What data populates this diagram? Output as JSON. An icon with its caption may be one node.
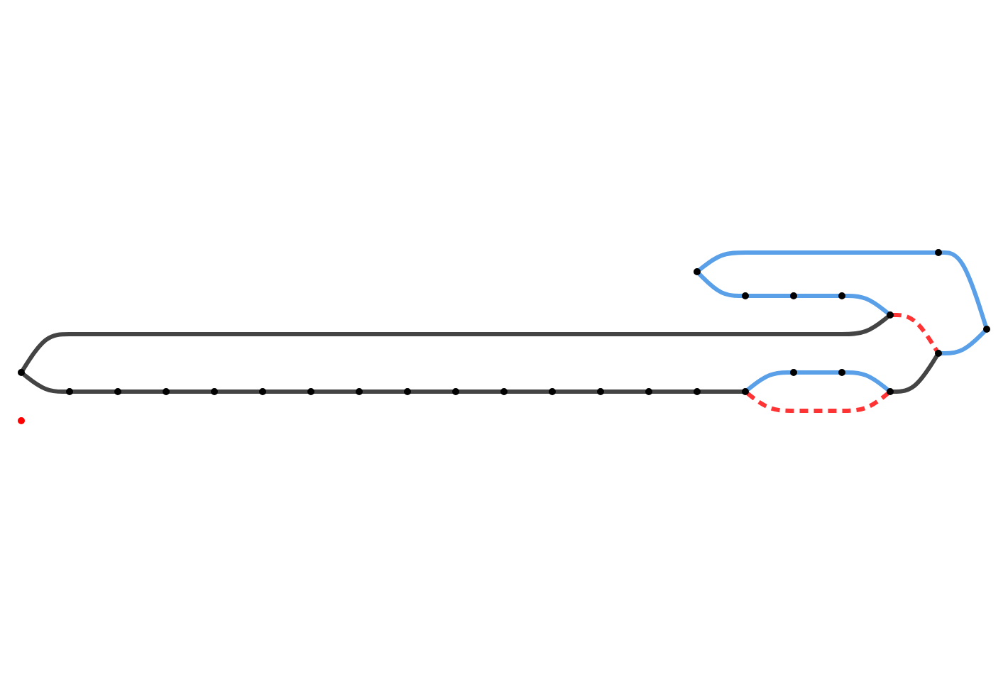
{
  "diagram": {
    "nodes": [
      {
        "text": [],
        "shape": "circle"
      },
      {
        "text": [],
        "shape": "circle"
      },
      {
        "text": [],
        "shape": "circle"
      },
      {
        "text": [],
        "shape": "circle"
      },
      {
        "text": [],
        "shape": "circle"
      },
      {
        "text": [],
        "shape": "circle"
      },
      {
        "text": [],
        "shape": "circle"
      },
      {
        "text": [],
        "shape": "circle"
      },
      {
        "text": [],
        "shape": "circle"
      },
      {
        "text": [],
        "shape": "circle"
      },
      {
        "text": [],
        "shape": "circle"
      },
      {
        "text": [],
        "shape": "circle"
      },
      {
        "text": [],
        "shape": "circle"
      },
      {
        "text": [],
        "shape": "circle"
      },
      {
        "text": [],
        "shape": "circle"
      },
      {
        "text": [],
        "shape": "circle"
      },
      {
        "text": [],
        "shape": "circle"
      },
      {
        "text": [],
        "shape": "circle"
      },
      {
        "text": [],
        "shape": "circle"
      },
      {
        "text": [],
        "shape": "circle"
      },
      {
        "text": [],
        "shape": "circle"
      },
      {
        "text": [],
        "shape": "circle"
      },
      {
        "text": [],
        "shape": "circle"
      },
      {
        "text": [],
        "shape": "circle"
      },
      {
        "text": [],
        "shape": "circle"
      },
      {
        "text": [],
        "shape": "circle"
      },
      {
        "text": [],
        "shape": "circle"
      },
      {
        "text": [],
        "shape": "circle"
      }
    ],
    "edges": [
      {
        "from": 0,
        "to": 6,
        "arrow": "none",
        "color": "#5aa0e8"
      },
      {
        "from": 0,
        "to": 7,
        "arrow": "none",
        "color": "#5aa0e8"
      },
      {
        "from": 7,
        "to": 14,
        "arrow": "none",
        "color": "#5aa0e8"
      },
      {
        "from": 14,
        "to": 21,
        "arrow": "none",
        "color": "#5aa0e8"
      },
      {
        "from": 21,
        "to": 22,
        "arrow": "none",
        "color": "#5aa0e8"
      },
      {
        "from": 1,
        "to": 22,
        "arrow": "none"
      },
      {
        "from": 1,
        "to": 2,
        "arrow": "none"
      },
      {
        "from": 2,
        "to": 9,
        "arrow": "none"
      },
      {
        "from": 9,
        "to": 8,
        "arrow": "none"
      },
      {
        "from": 8,
        "to": 15,
        "arrow": "none"
      },
      {
        "from": 15,
        "to": 16,
        "arrow": "none"
      },
      {
        "from": 16,
        "to": 23,
        "arrow": "none"
      },
      {
        "from": 23,
        "to": 24,
        "arrow": "none"
      },
      {
        "from": 24,
        "to": 25,
        "arrow": "none"
      },
      {
        "from": 25,
        "to": 18,
        "arrow": "none"
      },
      {
        "from": 18,
        "to": 17,
        "arrow": "none"
      },
      {
        "from": 17,
        "to": 10,
        "arrow": "none"
      },
      {
        "from": 10,
        "to": 11,
        "arrow": "none"
      },
      {
        "from": 11,
        "to": 4,
        "arrow": "none"
      },
      {
        "from": 4,
        "to": 5,
        "arrow": "none"
      },
      {
        "from": 5,
        "to": 12,
        "arrow": "none"
      },
      {
        "from": 12,
        "to": 13,
        "arrow": "none",
        "color": "#5aa0e8"
      },
      {
        "from": 13,
        "to": 20,
        "arrow": "none",
        "color": "#5aa0e8"
      },
      {
        "from": 20,
        "to": 19,
        "arrow": "none",
        "color": "#5aa0e8"
      },
      {
        "from": 12,
        "to": 19,
        "arrow": "none",
        "style": "dashed",
        "color": "#ff3333"
      },
      {
        "from": 19,
        "to": 26,
        "arrow": "none"
      },
      {
        "from": 26,
        "to": 27,
        "arrow": "none",
        "color": "#5aa0e8"
      },
      {
        "from": 6,
        "to": 27,
        "arrow": "none",
        "color": "#5aa0e8"
      },
      {
        "from": 22,
        "to": 26,
        "arrow": "none",
        "style": "dashed",
        "color": "#ff3333"
      }
    ]
  }
}
